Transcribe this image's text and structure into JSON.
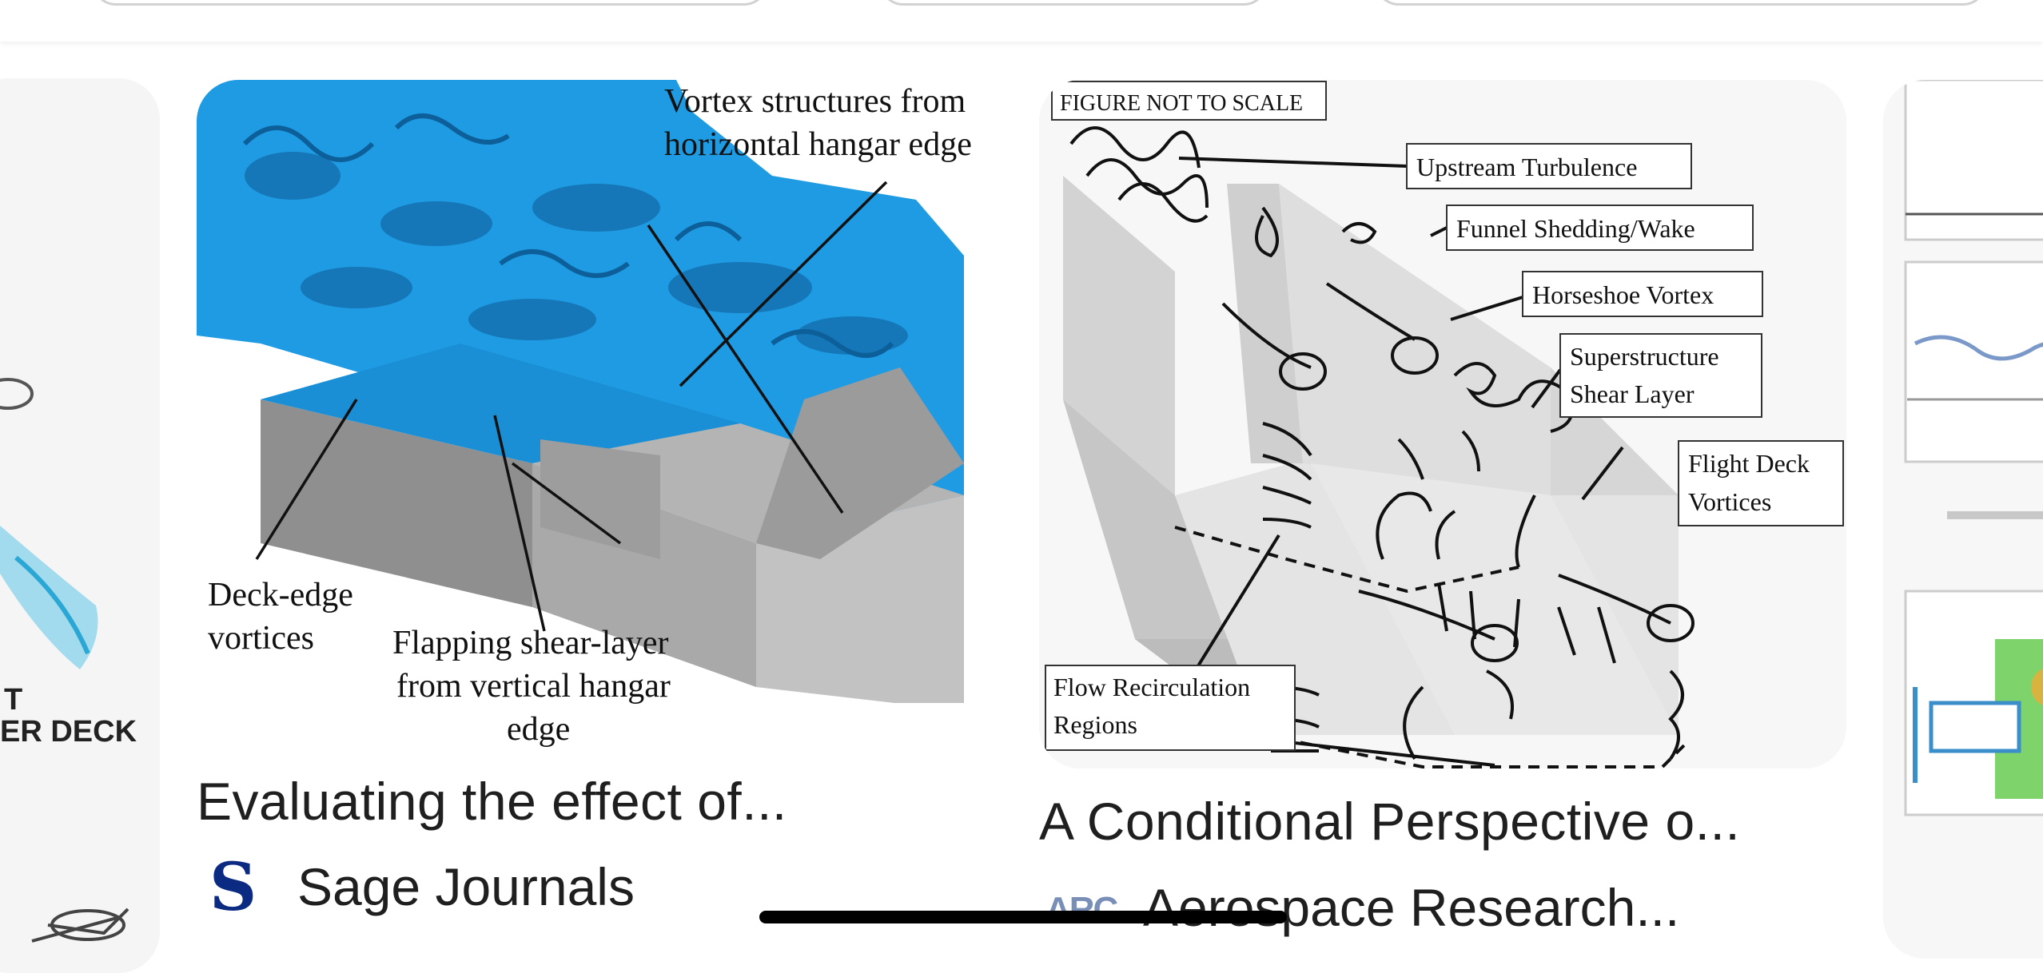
{
  "results": [
    {
      "title": "",
      "left_fragments": [
        "T",
        "ER DECK"
      ]
    },
    {
      "title": "Evaluating the effect of...",
      "source": "Sage Journals",
      "source_icon": "sage-s-icon",
      "figure_labels": {
        "vortex": [
          "Vortex structures from",
          "horizontal hangar edge"
        ],
        "deck_edge": [
          "Deck-edge",
          "vortices"
        ],
        "flapping": [
          "Flapping shear-layer",
          "from vertical hangar",
          "edge"
        ]
      }
    },
    {
      "title": "A Conditional Perspective o...",
      "source": "Aerospace Research...",
      "source_icon": "arc-logo-icon",
      "source_icon_text": "ARC",
      "figure_labels": {
        "not_to_scale": "FIGURE NOT TO SCALE",
        "upstream": "Upstream Turbulence",
        "funnel": "Funnel Shedding/Wake",
        "horseshoe": "Horseshoe Vortex",
        "superstructure": [
          "Superstructure",
          "Shear Layer"
        ],
        "flight_deck": [
          "Flight Deck",
          "Vortices"
        ],
        "recirculation": [
          "Flow Recirculation",
          "Regions"
        ]
      }
    }
  ],
  "colors": {
    "vortex_blue": "#1e9be3",
    "ship_grey": "#a9a9a9",
    "text": "#1f1f1f"
  }
}
